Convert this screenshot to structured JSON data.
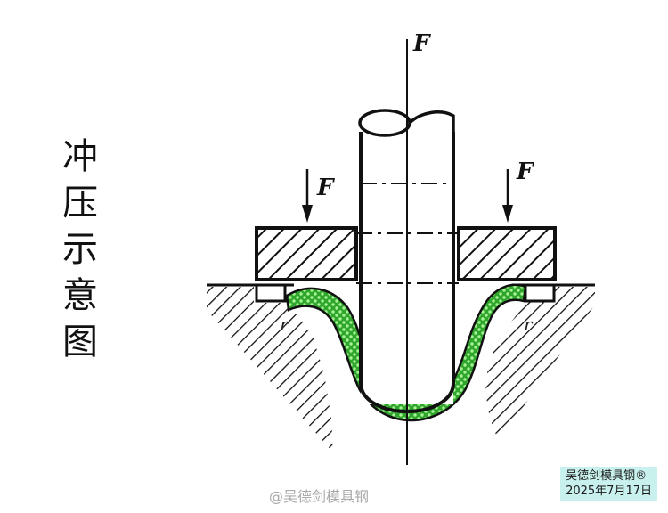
{
  "diagram": {
    "title_chars": [
      "冲",
      "压",
      "示",
      "意",
      "图"
    ],
    "force_label": "F",
    "radius_label": "r",
    "colors": {
      "line": "#111111",
      "workpiece": "#2fa52b",
      "workpiece_dots": "#9bee8c",
      "stamp_bg": "#c8f1ee"
    }
  },
  "stamp": {
    "author": "吴德剑模具钢®",
    "date": "2025年7月17日"
  },
  "watermark": {
    "text": "@吴德剑模具钢"
  }
}
